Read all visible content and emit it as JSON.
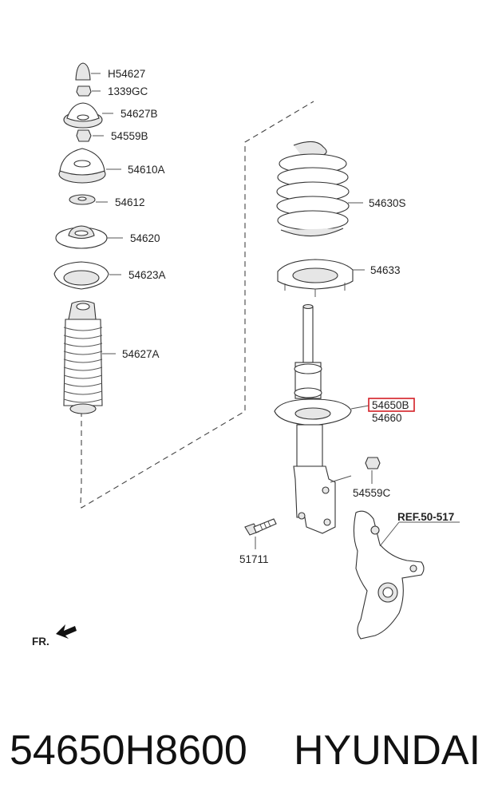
{
  "labels": {
    "h54627": "H54627",
    "p1339gc": "1339GC",
    "p54627b": "54627B",
    "p54559b": "54559B",
    "p54610a": "54610A",
    "p54612": "54612",
    "p54620": "54620",
    "p54623a": "54623A",
    "p54627a": "54627A",
    "p54630s": "54630S",
    "p54633": "54633",
    "p54650b": "54650B",
    "p54660": "54660",
    "p54559c": "54559C",
    "p51711": "51711",
    "ref": "REF.50-517",
    "fr": "FR."
  },
  "highlight_color": "#d41f26",
  "caption": {
    "part_number": "54650H8600",
    "brand": "HYUNDAI"
  }
}
